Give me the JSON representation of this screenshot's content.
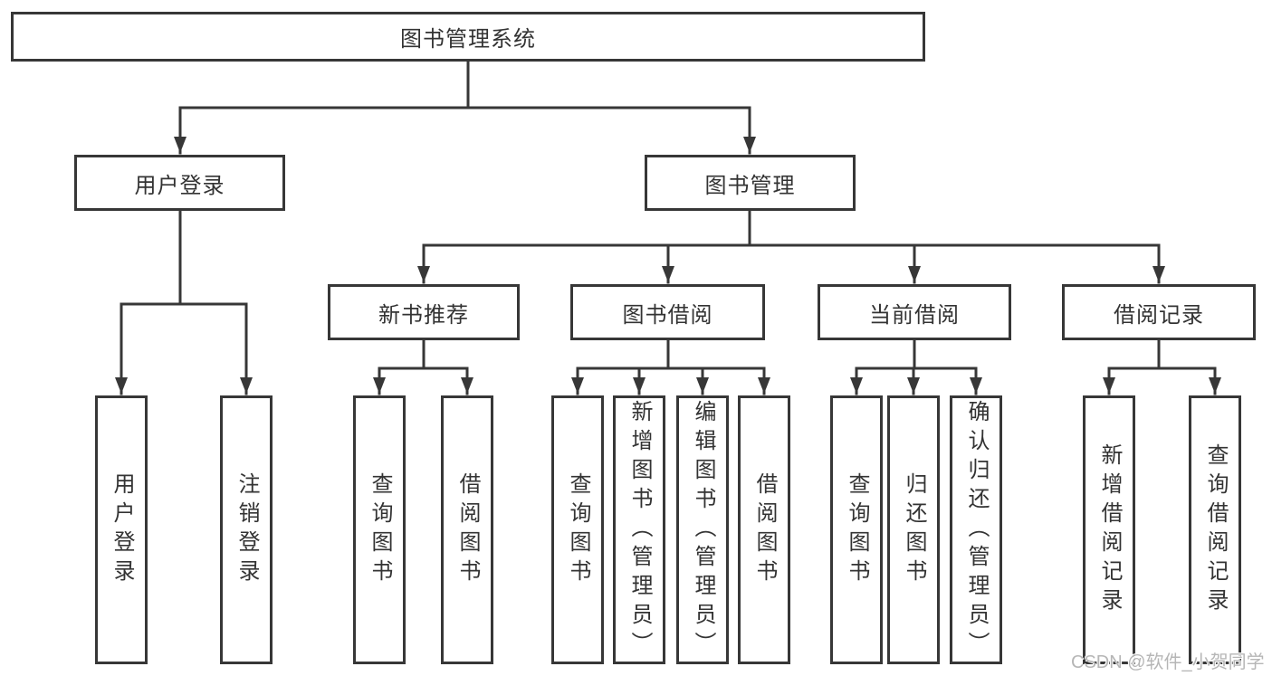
{
  "title": "图书管理系统",
  "watermark": "CSDN @软件_小贺同学",
  "colors": {
    "line": "#373737",
    "box_border": "#373737",
    "text": "#333333",
    "background": "#ffffff",
    "watermark": "#b6b6b6"
  },
  "tree": {
    "root": "图书管理系统",
    "level2": [
      "用户登录",
      "图书管理"
    ],
    "level3": [
      "新书推荐",
      "图书借阅",
      "当前借阅",
      "借阅记录"
    ],
    "leaves": [
      "用户登录",
      "注销登录",
      "查询图书",
      "借阅图书",
      "查询图书",
      "新增图书（管理员）",
      "编辑图书（管理员）",
      "借阅图书",
      "查询图书",
      "归还图书",
      "确认归还（管理员）",
      "新增借阅记录",
      "查询借阅记录"
    ]
  },
  "structure": {
    "图书管理系统": {
      "用户登录": [
        "用户登录",
        "注销登录"
      ],
      "图书管理": {
        "新书推荐": [
          "查询图书",
          "借阅图书"
        ],
        "图书借阅": [
          "查询图书",
          "新增图书（管理员）",
          "编辑图书（管理员）",
          "借阅图书"
        ],
        "当前借阅": [
          "查询图书",
          "归还图书",
          "确认归还（管理员）"
        ],
        "借阅记录": [
          "新增借阅记录",
          "查询借阅记录"
        ]
      }
    }
  }
}
